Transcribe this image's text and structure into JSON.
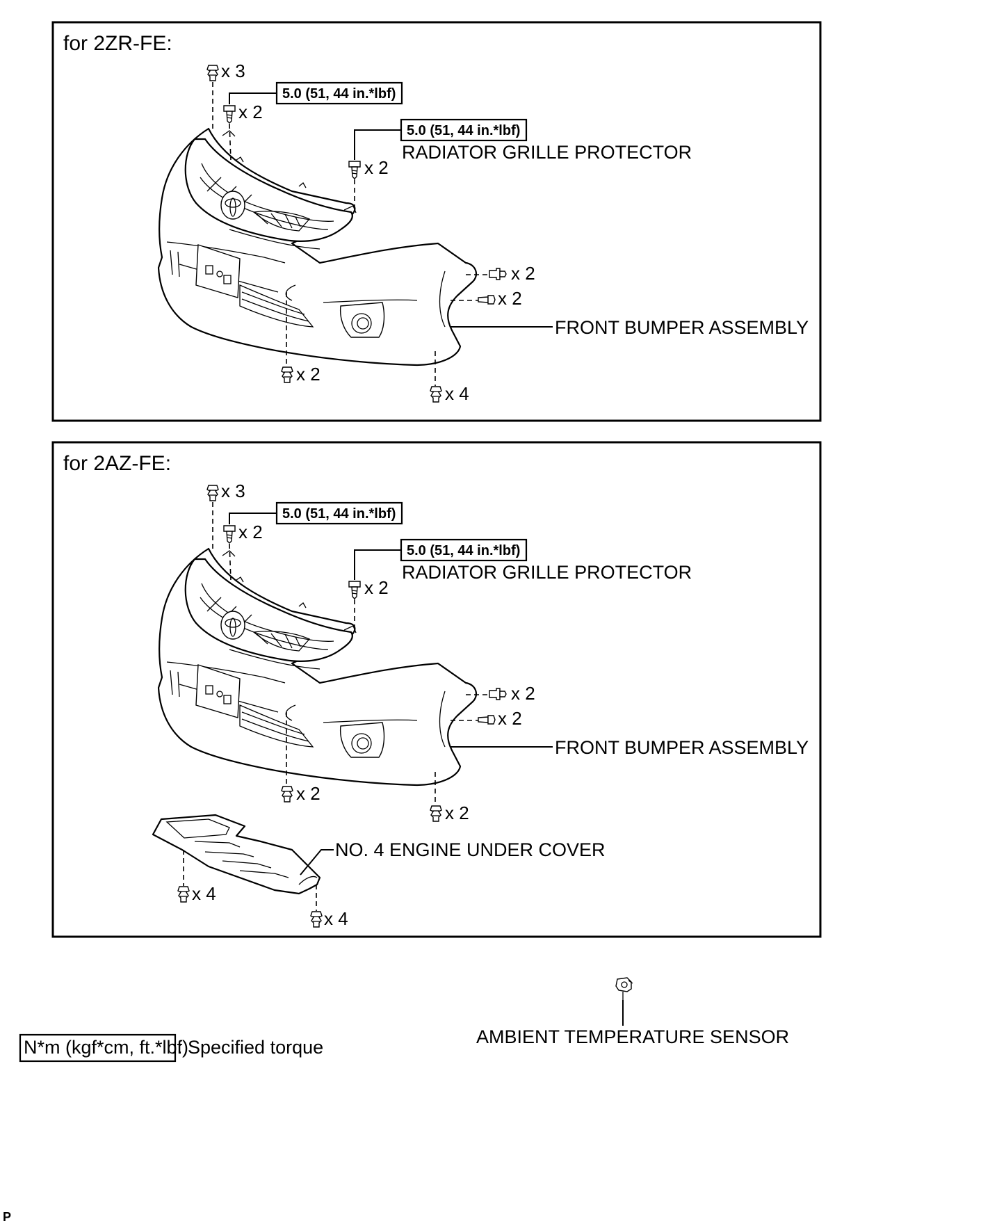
{
  "panels": [
    {
      "title": "for 2ZR-FE:",
      "torque_top": "5.0 (51, 44 in.*lbf)",
      "torque_right": "5.0 (51, 44 in.*lbf)",
      "radiator_grille_protector": "RADIATOR GRILLE PROTECTOR",
      "front_bumper_assembly": "FRONT BUMPER ASSEMBLY",
      "qty_clip_top": "x 3",
      "qty_screw_top": "x 2",
      "qty_screw_right": "x 2",
      "qty_side_upper": "x 2",
      "qty_side_lower": "x 2",
      "qty_bottom_center": "x 2",
      "qty_bottom_right": "x 4"
    },
    {
      "title": "for 2AZ-FE:",
      "torque_top": "5.0 (51, 44 in.*lbf)",
      "torque_right": "5.0 (51, 44 in.*lbf)",
      "radiator_grille_protector": "RADIATOR GRILLE PROTECTOR",
      "front_bumper_assembly": "FRONT BUMPER ASSEMBLY",
      "qty_clip_top": "x 3",
      "qty_screw_top": "x 2",
      "qty_screw_right": "x 2",
      "qty_side_upper": "x 2",
      "qty_side_lower": "x 2",
      "qty_bottom_center": "x 2",
      "qty_bottom_right": "x 2",
      "engine_under_cover": "NO. 4 ENGINE UNDER COVER",
      "qty_cover_left": "x 4",
      "qty_cover_right": "x 4"
    }
  ],
  "ambient_temperature_sensor": "AMBIENT TEMPERATURE SENSOR",
  "legend": {
    "box_text": "N*m (kgf*cm, ft.*lbf)",
    "description": ": Specified torque"
  },
  "corner_mark": "P",
  "icons": [
    "clip-icon",
    "screw-icon",
    "toyota-emblem-icon",
    "fog-lamp-icon",
    "license-plate-icon",
    "sensor-icon"
  ]
}
